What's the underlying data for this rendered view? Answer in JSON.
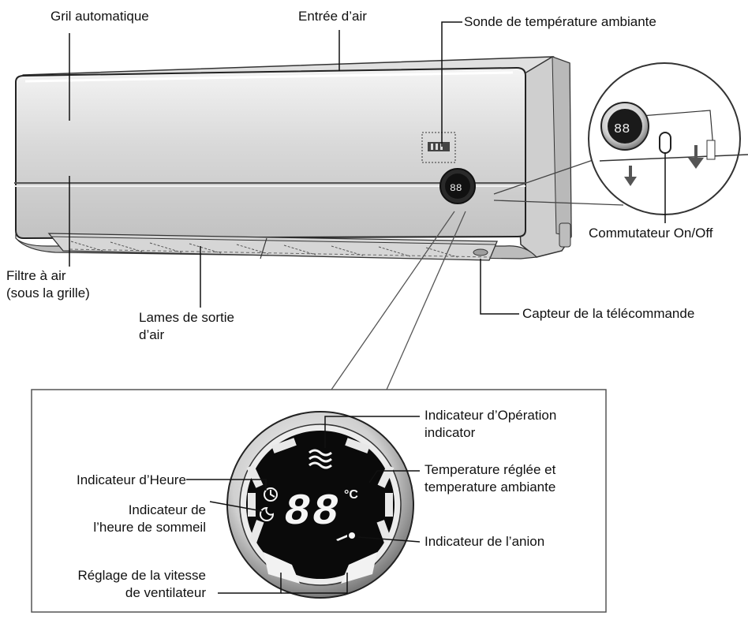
{
  "labels": {
    "gril_automatique": "Gril automatique",
    "entree_air": "Entrée d’air",
    "sonde_temperature": "Sonde de température ambiante",
    "commutateur": "Commutateur On/Off",
    "filtre_line1": "Filtre à air",
    "filtre_line2": "(sous la grille)",
    "lames_line1": "Lames de sortie",
    "lames_line2": "d’air",
    "capteur": "Capteur de la télécommande"
  },
  "detail": {
    "operation_line1": "Indicateur d’Opération",
    "operation_line2": "indicator",
    "heure": "Indicateur d’Heure",
    "sommeil_line1": "Indicateur de",
    "sommeil_line2": "l’heure de sommeil",
    "temperature_line1": "Temperature réglée et",
    "temperature_line2": "temperature ambiante",
    "anion": "Indicateur de l’anion",
    "ventilateur_line1": "Réglage de la vitesse",
    "ventilateur_line2": "de ventilateur"
  },
  "display": {
    "digits": "88",
    "unit": "°C"
  }
}
